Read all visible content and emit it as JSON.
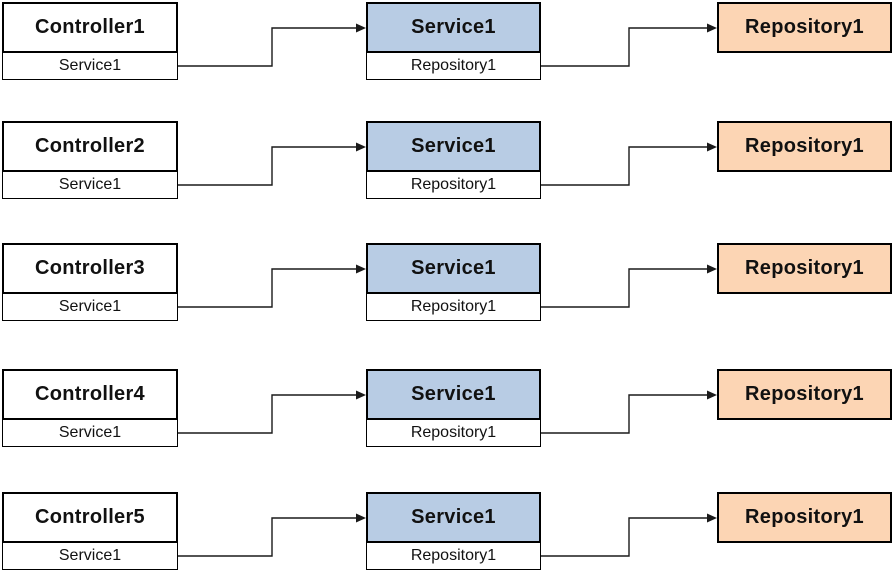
{
  "diagram": {
    "rows": [
      {
        "controller": "Controller1",
        "controller_dependency": "Service1",
        "service": "Service1",
        "service_dependency": "Repository1",
        "repository": "Repository1"
      },
      {
        "controller": "Controller2",
        "controller_dependency": "Service1",
        "service": "Service1",
        "service_dependency": "Repository1",
        "repository": "Repository1"
      },
      {
        "controller": "Controller3",
        "controller_dependency": "Service1",
        "service": "Service1",
        "service_dependency": "Repository1",
        "repository": "Repository1"
      },
      {
        "controller": "Controller4",
        "controller_dependency": "Service1",
        "service": "Service1",
        "service_dependency": "Repository1",
        "repository": "Repository1"
      },
      {
        "controller": "Controller5",
        "controller_dependency": "Service1",
        "service": "Service1",
        "service_dependency": "Repository1",
        "repository": "Repository1"
      }
    ],
    "colors": {
      "service_fill": "#b8cce4",
      "repository_fill": "#fcd5b4",
      "border": "#000000",
      "connector": "#1a1a1a",
      "text": "#111111",
      "background": "#ffffff"
    }
  }
}
